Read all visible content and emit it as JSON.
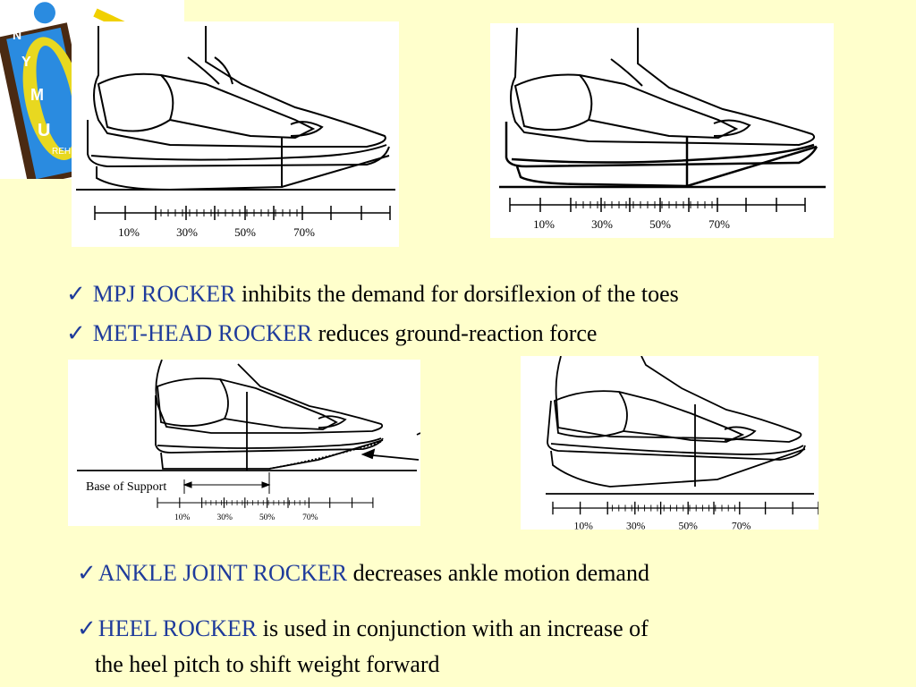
{
  "logo": {
    "letters": [
      "N",
      "Y",
      "M",
      "U"
    ],
    "sub_text": "REH"
  },
  "scale_labels": [
    "10%",
    "30%",
    "50%",
    "70%"
  ],
  "panel3": {
    "base_label": "Base of Support"
  },
  "bullets": [
    {
      "term": "MPJ ROCKER",
      "text": " inhibits the demand for dorsiflexion of the toes"
    },
    {
      "term": "MET-HEAD ROCKER",
      "text": " reduces ground-reaction force"
    },
    {
      "term": "ANKLE JOINT ROCKER",
      "text": " decreases ankle motion demand"
    },
    {
      "term": "HEEL ROCKER",
      "text": " is used in conjunction with an increase of",
      "continuation": "the heel pitch to shift weight forward"
    }
  ],
  "colors": {
    "background": "#ffffcc",
    "term": "#1f3b9b"
  }
}
